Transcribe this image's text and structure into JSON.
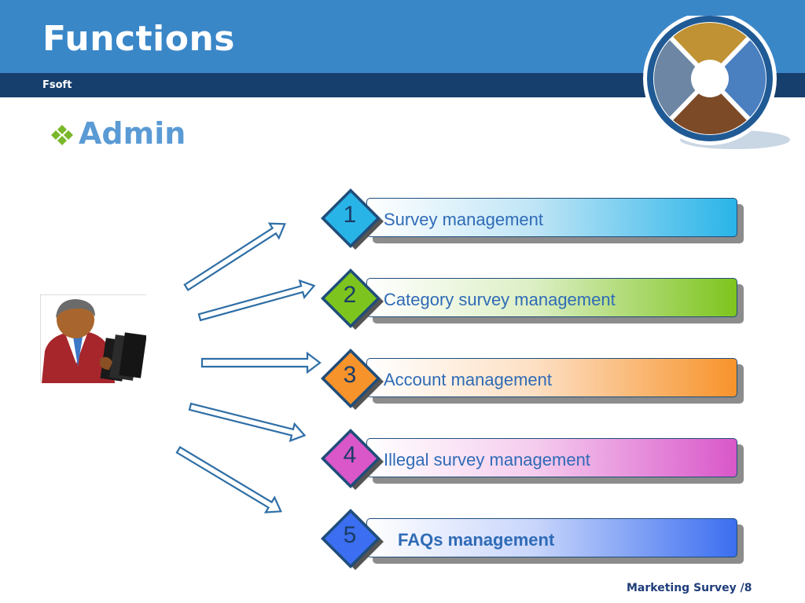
{
  "slide": {
    "title": "Functions",
    "subtitle": "Fsoft",
    "heading": "Admin",
    "footer": "Marketing Survey /8"
  },
  "items": [
    {
      "number": "1",
      "label": "Survey management",
      "color": "#29b4e8"
    },
    {
      "number": "2",
      "label": "Category survey management",
      "color": "#7ec41e"
    },
    {
      "number": "3",
      "label": "Account management",
      "color": "#f7932b"
    },
    {
      "number": "4",
      "label": "Illegal survey management",
      "color": "#d957c9"
    },
    {
      "number": "5",
      "label": "FAQs management",
      "color": "#3b6ef0"
    }
  ],
  "colors": {
    "title_bar": "#3a87c8",
    "sub_bar": "#173f6d",
    "heading": "#5b9bd5",
    "bullet": "#7ab82a"
  },
  "icons": [
    "diamond-bullet-icon",
    "admin-user-icon",
    "logo-emblem-icon"
  ]
}
